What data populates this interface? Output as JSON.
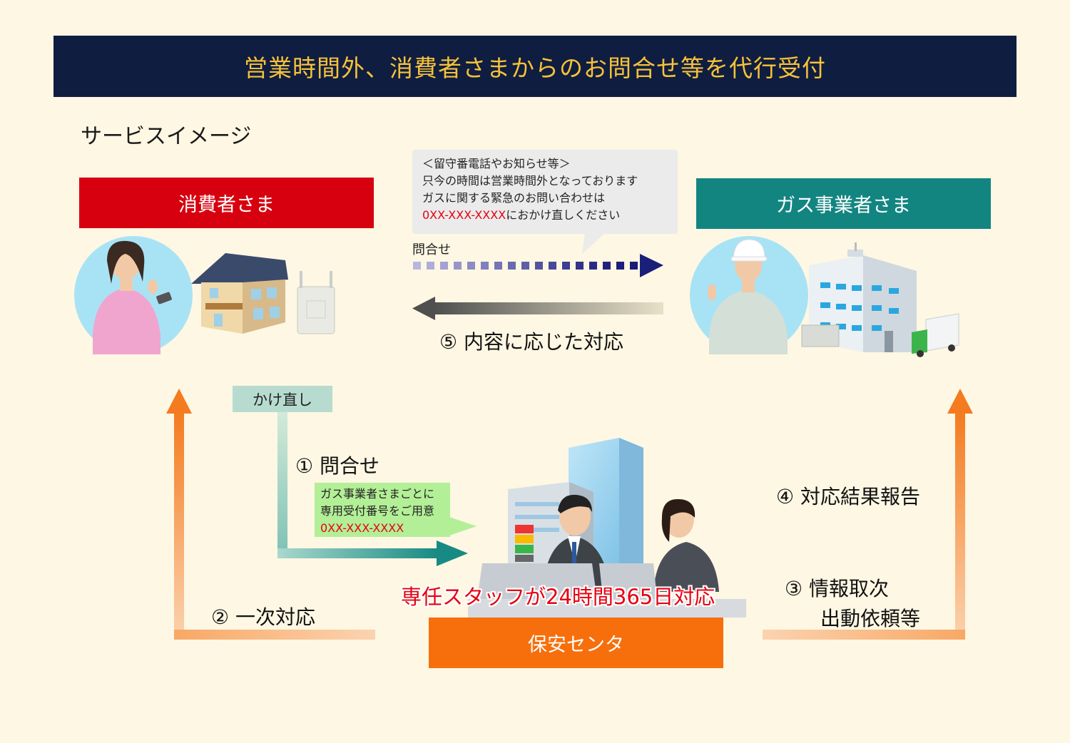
{
  "banner": {
    "title": "営業時間外、消費者さまからのお問合せ等を代行受付"
  },
  "section_label": "サービスイメージ",
  "consumer": {
    "label": "消費者さま"
  },
  "gas_company": {
    "label": "ガス事業者さま"
  },
  "answering_bubble": {
    "line1": "＜留守番電話やお知らせ等＞",
    "line2": "只今の時間は営業時間外となっております",
    "line3": "ガスに関する緊急のお問い合わせは",
    "phone": "0XX-XXX-XXXX",
    "line4_suffix": "におかけ直しください"
  },
  "inquiry_arrow_label": "問合せ",
  "response_arrow_label": "⑤ 内容に応じた対応",
  "recall_label": "かけ直し",
  "step1_label": "① 問合せ",
  "green_note": {
    "line1": "ガス事業者さまごとに",
    "line2": "専用受付番号をご用意",
    "phone": "0XX-XXX-XXXX"
  },
  "step2_label": "② 一次対応",
  "step3_line1": "③ 情報取次",
  "step3_line2": "出動依頼等",
  "step4_label": "④ 対応結果報告",
  "staff_text": "専任スタッフが24時間365日対応",
  "security_center": {
    "label": "保安センタ"
  },
  "colors": {
    "banner_bg": "#0f1d40",
    "banner_text": "#f7c23a",
    "consumer": "#d7000f",
    "gas_company": "#138581",
    "security_center": "#f76f0c",
    "inquiry_arrow": "#1a1f7a",
    "orange_arrow": "#f5802a"
  },
  "icons": [
    "woman-with-phone-icon",
    "house-icon",
    "router-icon",
    "engineer-icon",
    "factory-icon",
    "truck-icon",
    "office-building-icon",
    "call-operator-icon",
    "signal-tower-icon"
  ]
}
